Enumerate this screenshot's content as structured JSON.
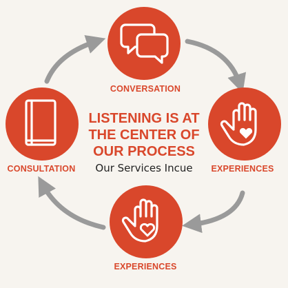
{
  "colors": {
    "accent": "#d9472b",
    "arrow": "#9a9a9a",
    "background": "#f7f4ef",
    "icon_stroke": "#ffffff"
  },
  "center": {
    "title_lines": [
      "LISTENING IS AT",
      "THE CENTER OF",
      "OUR PROCESS"
    ],
    "subtitle": "Our Services Incue"
  },
  "nodes": [
    {
      "label": "CONVERSATION",
      "icon": "speech-bubbles-icon"
    },
    {
      "label": "EXPERIENCES",
      "icon": "hand-heart-icon"
    },
    {
      "label": "EXPERIENCES",
      "icon": "hand-heart-icon"
    },
    {
      "label": "CONSULTATION",
      "icon": "book-icon"
    }
  ],
  "flow_direction": "clockwise"
}
